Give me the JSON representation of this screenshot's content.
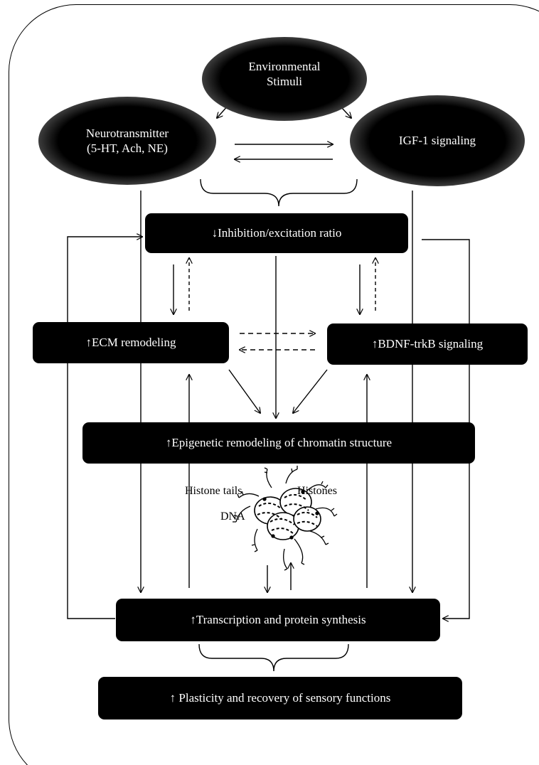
{
  "stimuli": {
    "environmental": "Environmental Stimuli",
    "neurotransmitter_line1": "Neurotransmitter",
    "neurotransmitter_line2": "(5-HT, Ach, NE)",
    "igf": "IGF-1 signaling"
  },
  "boxes": {
    "inhibition": "↓Inhibition/excitation ratio",
    "ecm": "↑ECM remodeling",
    "bdnf": "↑BDNF-trkB signaling",
    "epigenetic": "↑Epigenetic remodeling of chromatin structure",
    "transcription": "↑Transcription and protein synthesis",
    "plasticity": "↑ Plasticity and recovery of sensory functions"
  },
  "chromatin_labels": {
    "histone_tails": "Histone tails",
    "histones": "Histones",
    "dna": "DNA"
  },
  "colors": {
    "box_fill": "#000000",
    "box_text": "#ffffff",
    "line": "#000000"
  }
}
